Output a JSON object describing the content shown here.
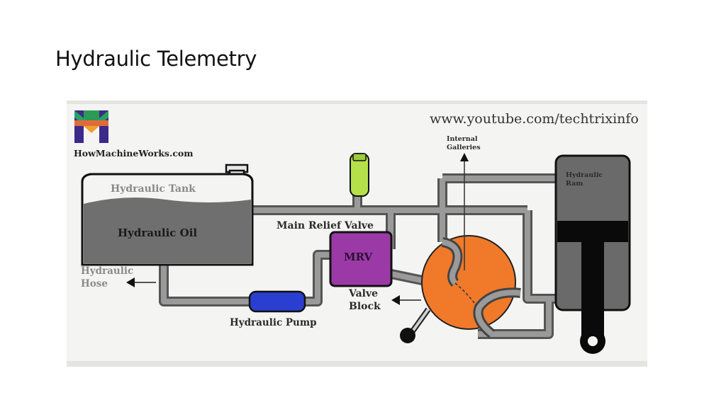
{
  "slide": {
    "title": "Hydraulic Telemetry"
  },
  "diagram": {
    "website": "www.youtube.com/techtrixinfo",
    "logo_text": "HowMachineWorks.com",
    "labels": {
      "hydraulic_tank": "Hydraulic Tank",
      "hydraulic_oil": "Hydraulic Oil",
      "hydraulic_hose_1": "Hydraulic",
      "hydraulic_hose_2": "Hose",
      "hydraulic_pump": "Hydraulic Pump",
      "main_relief_valve": "Main Relief Valve",
      "mrv": "MRV",
      "valve_block_1": "Valve",
      "valve_block_2": "Block",
      "internal_galleries_1": "Internal",
      "internal_galleries_2": "Galleries",
      "hydraulic_ram_1": "Hydraulic",
      "hydraulic_ram_2": "Ram"
    },
    "colors": {
      "background": "#f4f4f2",
      "pipe": "#9a9a9a",
      "oil": "#6f6f6f",
      "mrv": "#9b3aa6",
      "pump": "#2a3ecf",
      "valve_block": "#f07a2a",
      "accumulator": "#b6e04a",
      "ram": "#6a6a6a"
    }
  }
}
